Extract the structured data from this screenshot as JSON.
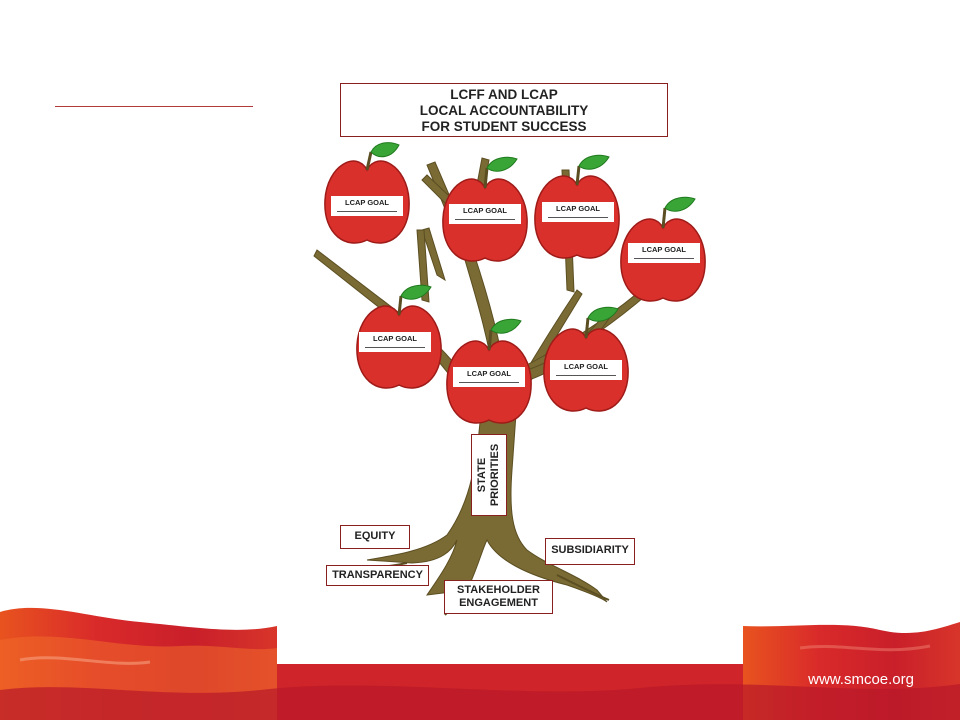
{
  "title": {
    "line1": "LCFF AND LCAP",
    "line2": "LOCAL ACCOUNTABILITY",
    "line3": "FOR STUDENT SUCCESS"
  },
  "goals": [
    "LCAP GOAL",
    "LCAP GOAL",
    "LCAP GOAL",
    "LCAP GOAL",
    "LCAP GOAL",
    "LCAP GOAL",
    "LCAP GOAL"
  ],
  "trunk_label": {
    "line1": "STATE",
    "line2": "PRIORITIES"
  },
  "roots": {
    "equity": "EQUITY",
    "transparency": "TRANSPARENCY",
    "stakeholder_line1": "STAKEHOLDER",
    "stakeholder_line2": "ENGAGEMENT",
    "subsidiarity": "SUBSIDIARITY"
  },
  "footer": {
    "url": "www.smcoe.org"
  },
  "colors": {
    "apple": "#d9302c",
    "leaf": "#3aa537",
    "trunk": "#7a6a33",
    "accent": "#c8261f"
  }
}
